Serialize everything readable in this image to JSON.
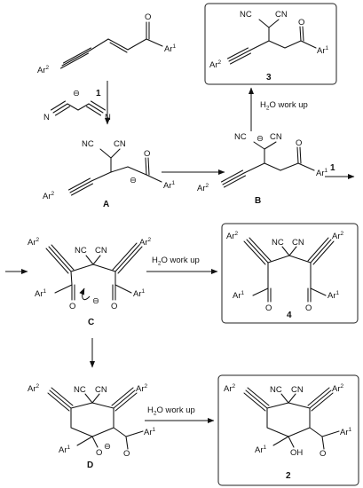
{
  "compounds": {
    "c1": "1",
    "c3": "3",
    "A": "A",
    "B": "B",
    "C": "C",
    "c4": "4",
    "D": "D",
    "c2": "2"
  },
  "reagent_arrow_label": "1",
  "water_workup": "H2O work up",
  "atoms": {
    "Ar": "Ar",
    "sup1": "1",
    "sup2": "2",
    "O": "O",
    "N": "N",
    "NC": "NC",
    "CN": "CN",
    "OH": "OH",
    "minus": "⊖"
  }
}
